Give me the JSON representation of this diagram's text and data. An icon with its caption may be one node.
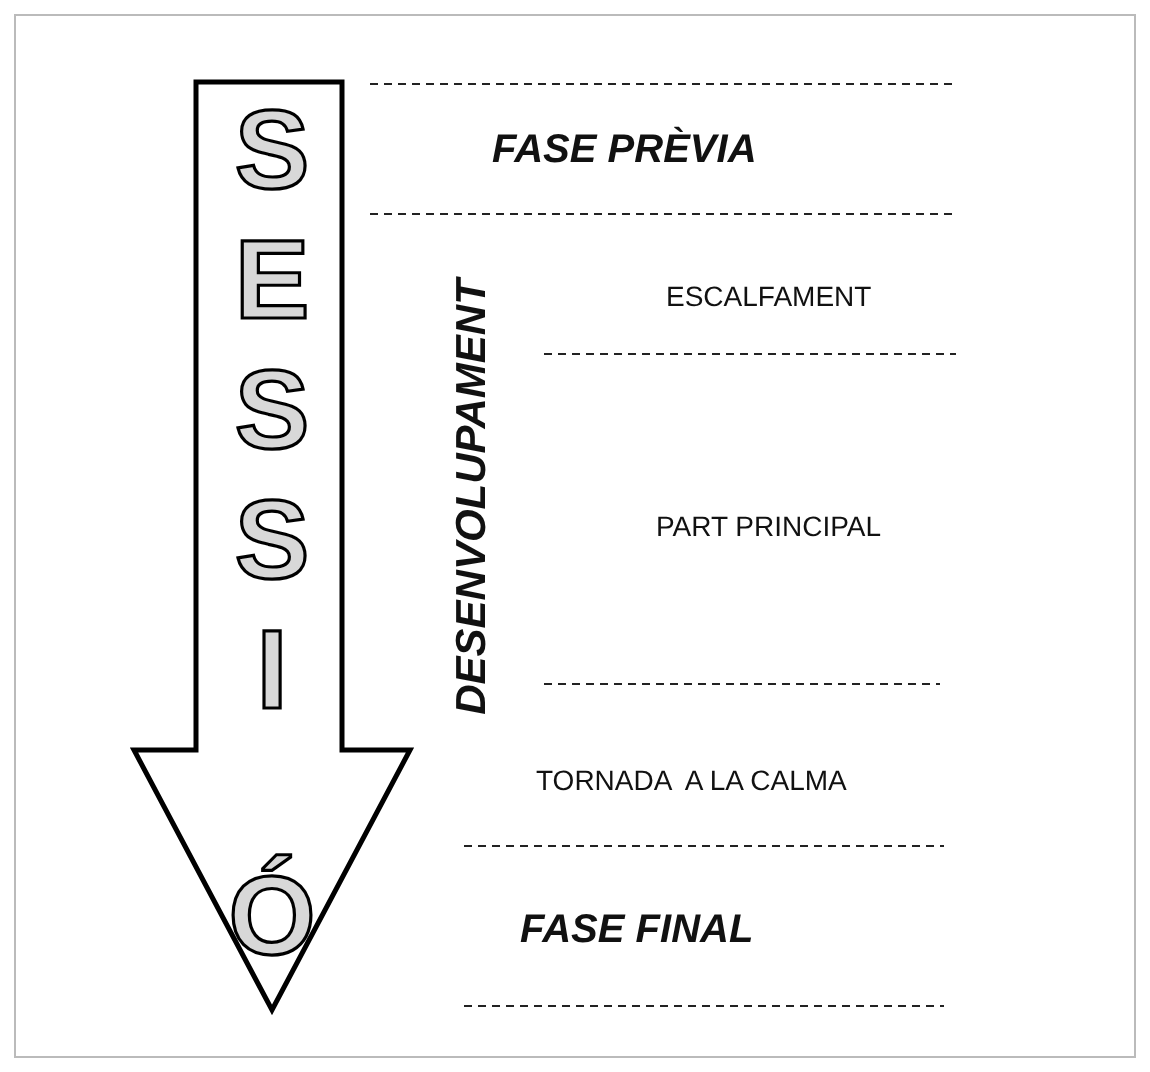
{
  "diagram": {
    "nodes": [
      {
        "text": [
          "SESSIÓ"
        ]
      }
    ],
    "edges": [],
    "labels": [
      "FASE PRÈVIA",
      "DESENVOLUPAMENT",
      "ESCALFAMENT",
      "PART PRINCIPAL",
      "TORNADA  A LA CALMA",
      "FASE FINAL"
    ]
  }
}
